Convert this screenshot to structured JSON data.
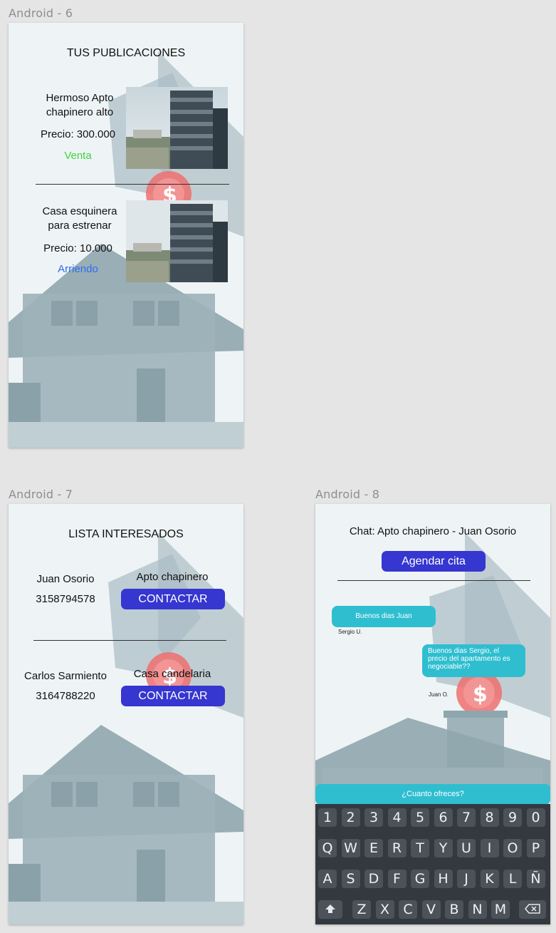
{
  "frames": {
    "android6": {
      "label": "Android - 6",
      "title": "TUS PUBLICACIONES",
      "listings": [
        {
          "name": "Hermoso Apto chapinero alto",
          "price": "Precio: 300.000",
          "type": "Venta",
          "type_color": "#3fd43f"
        },
        {
          "name": "Casa esquinera para estrenar",
          "price": "Precio: 10.000",
          "type": "Arriendo",
          "type_color": "#2f6cf0"
        }
      ]
    },
    "android7": {
      "label": "Android - 7",
      "title": "LISTA INTERESADOS",
      "interested": [
        {
          "name": "Juan Osorio",
          "phone": "3158794578",
          "property": "Apto chapinero",
          "button": "CONTACTAR"
        },
        {
          "name": "Carlos Sarmiento",
          "phone": "3164788220",
          "property": "Casa candelaria",
          "button": "CONTACTAR"
        }
      ]
    },
    "android8": {
      "label": "Android - 8",
      "title": "Chat: Apto chapinero - Juan Osorio",
      "schedule_button": "Agendar cita",
      "messages": [
        {
          "text": "Buenos dias Juan",
          "sender": "Sergio U."
        },
        {
          "text": "Buenos dias Sergio, el precio del apartamento es negociable??",
          "sender": "Juan O."
        }
      ],
      "input_placeholder": "¿Cuanto ofreces?",
      "keyboard": {
        "row1": [
          "1",
          "2",
          "3",
          "4",
          "5",
          "6",
          "7",
          "8",
          "9",
          "0"
        ],
        "row2": [
          "Q",
          "W",
          "E",
          "R",
          "T",
          "Y",
          "U",
          "I",
          "O",
          "P"
        ],
        "row3": [
          "A",
          "S",
          "D",
          "F",
          "G",
          "H",
          "J",
          "K",
          "L",
          "Ñ"
        ],
        "row4": [
          "Z",
          "X",
          "C",
          "V",
          "B",
          "N",
          "M"
        ]
      }
    }
  },
  "colors": {
    "accent_button": "#3636d0",
    "chat_bubble": "#2fbed0",
    "frame_bg": "#eef4f5",
    "keyboard_bg": "#34393f"
  }
}
